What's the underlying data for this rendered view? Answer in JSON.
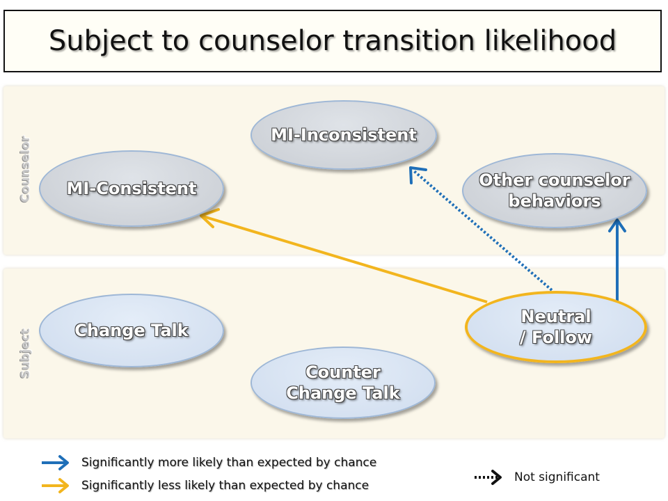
{
  "title": "Subject to counselor transition likelihood",
  "bands": {
    "counselor": "Counselor",
    "subject": "Subject"
  },
  "nodes": {
    "mi_inconsistent": "MI-Inconsistent",
    "mi_consistent": "MI-Consistent",
    "other_counselor": "Other counselor\nbehaviors",
    "change_talk": "Change Talk",
    "counter_change_talk": "Counter\nChange Talk",
    "neutral_follow": "Neutral\n/ Follow"
  },
  "edges": [
    {
      "from": "Neutral / Follow",
      "to": "MI-Consistent",
      "kind": "less"
    },
    {
      "from": "Neutral / Follow",
      "to": "MI-Inconsistent",
      "kind": "not-significant"
    },
    {
      "from": "Neutral / Follow",
      "to": "Other counselor behaviors",
      "kind": "more"
    }
  ],
  "legend": {
    "more": "Significantly more likely than expected by chance",
    "less": "Significantly less likely than expected by chance",
    "not_significant": "Not significant"
  },
  "colors": {
    "more": "#1f6fb8",
    "less": "#f2b51e",
    "not_significant_legend": "#111111"
  }
}
